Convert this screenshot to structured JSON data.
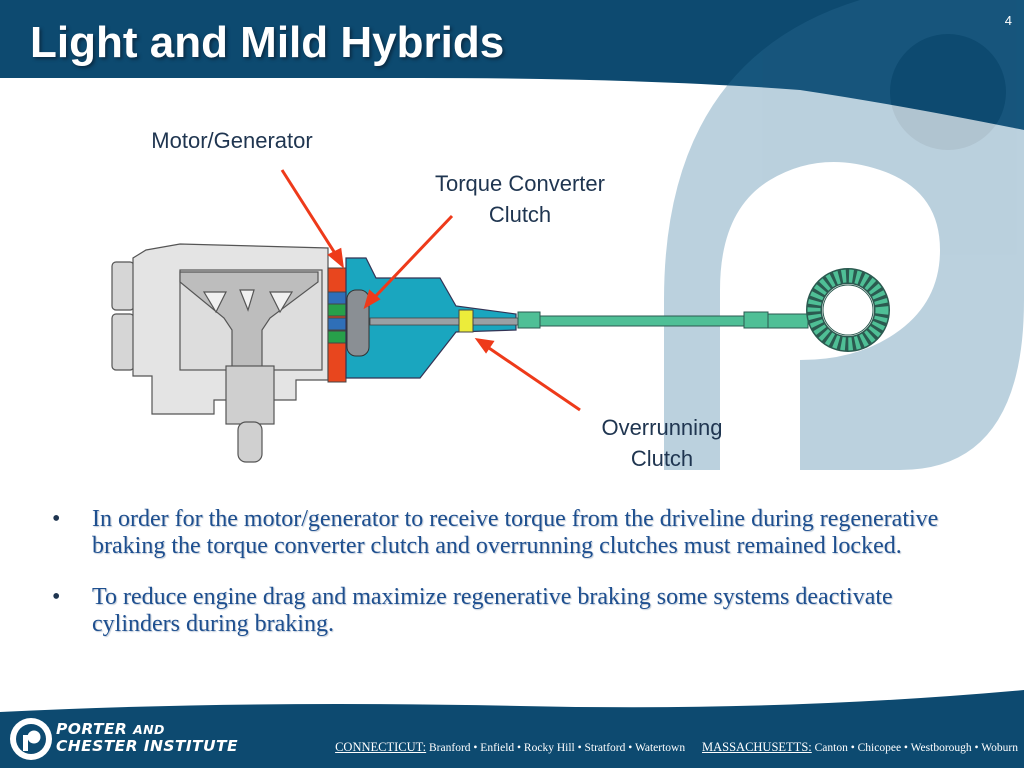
{
  "slide": {
    "title": "Light and Mild Hybrids",
    "number": "4"
  },
  "diagram": {
    "labels": {
      "motor_generator": "Motor/Generator",
      "torque_converter_clutch": "Torque Converter\nClutch",
      "overrunning_clutch": "Overrunning\nClutch"
    },
    "colors": {
      "header": "#0d4a70",
      "engine_block": "#e4e4e4",
      "transmission": "#1aa6bf",
      "motor_generator": "#e8461e",
      "stator": "#27a04a",
      "driveshaft": "#4fbf96",
      "pointer_arrow": "#ee3a1a"
    }
  },
  "bullets": [
    "In order for the motor/generator to receive torque from the driveline during regenerative braking the torque converter clutch and overrunning clutches must remained locked.",
    "To reduce engine drag and maximize regenerative braking some systems deactivate cylinders during braking."
  ],
  "footer": {
    "logo_line1": "PORTER AND",
    "logo_line1_small": "AND",
    "logo_line1_main": "PORTER ",
    "logo_line2": "CHESTER INSTITUTE",
    "states": [
      {
        "name": "CONNECTICUT:",
        "towns": "Branford • Enfield • Rocky Hill • Stratford • Watertown"
      },
      {
        "name": "MASSACHUSETTS:",
        "towns": "Canton • Chicopee • Westborough • Woburn"
      }
    ]
  }
}
